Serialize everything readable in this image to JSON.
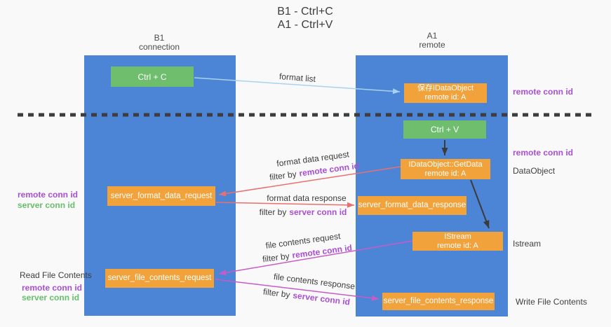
{
  "title": {
    "line1": "B1 - Ctrl+C",
    "line2": "A1 - Ctrl+V"
  },
  "columns": {
    "left": {
      "name": "B1",
      "role": "connection"
    },
    "right": {
      "name": "A1",
      "role": "remote"
    }
  },
  "boxes": {
    "ctrl_c": {
      "label": "Ctrl + C"
    },
    "save_dataobject": {
      "line1": "保存IDataObject",
      "line2": "remote id: A"
    },
    "ctrl_v": {
      "label": "Ctrl + V"
    },
    "getdata": {
      "line1": "IDataObject::GetData",
      "line2": "remote id: A"
    },
    "format_request": {
      "label": "server_format_data_request"
    },
    "format_response": {
      "label": "server_format_data_response"
    },
    "istream": {
      "line1": "IStream",
      "line2": "remote id: A"
    },
    "file_request": {
      "label": "server_file_contents_request"
    },
    "file_response": {
      "label": "server_file_contents_response"
    }
  },
  "side_labels": {
    "right_remote_conn_id_top": "remote conn id",
    "right_remote_conn_id_mid": "remote conn id",
    "dataobject": "DataObject",
    "istream": "Istream",
    "write_file_contents": "Write File Contents",
    "left_remote_conn_id_top": "remote conn id",
    "left_server_conn_id_top": "server conn id",
    "read_file_contents": "Read File Contents",
    "left_remote_conn_id_bottom": "remote conn id",
    "left_server_conn_id_bottom": "server conn id"
  },
  "arrow_labels": {
    "format_list": "format list",
    "format_data_request": "format data request",
    "format_data_response": "format data response",
    "file_contents_request": "file contents request",
    "file_contents_response": "file contents response",
    "filter_by": "filter by",
    "remote_conn_id": "remote conn id",
    "server_conn_id": "server conn id"
  },
  "colors": {
    "column_blue": "#4d85d6",
    "node_green": "#6fbe6e",
    "node_orange": "#f2a23b",
    "accent_purple": "#a94fd2",
    "accent_green": "#67bf6b",
    "arrow_lightblue": "#a9d2f0",
    "arrow_red": "#e8706d",
    "arrow_magenta": "#c75bc7",
    "arrow_black": "#3b3b3b",
    "background": "#f9f9fa"
  }
}
